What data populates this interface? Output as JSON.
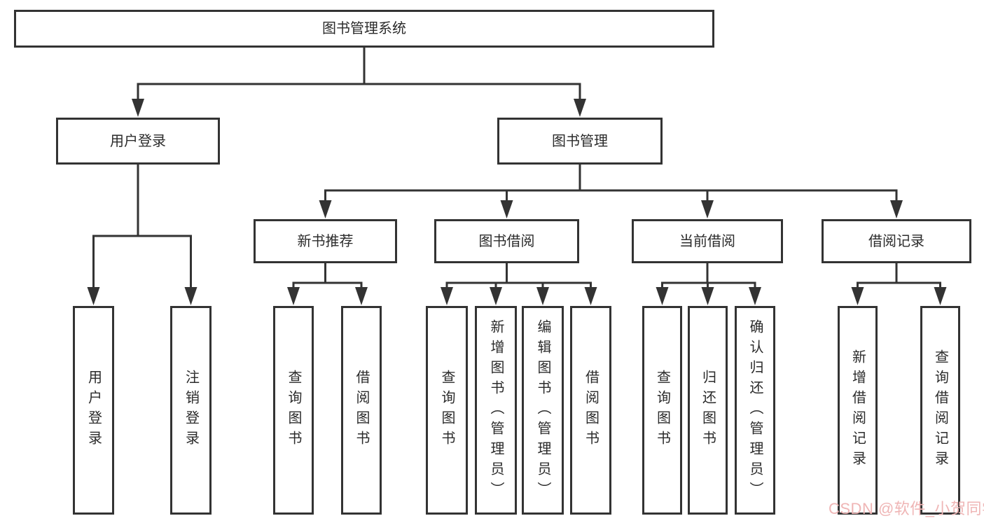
{
  "tree": {
    "root": {
      "label": "图书管理系统",
      "children": [
        {
          "label": "用户登录",
          "children": [
            {
              "label": "用户登录"
            },
            {
              "label": "注销登录"
            }
          ]
        },
        {
          "label": "图书管理",
          "children": [
            {
              "label": "新书推荐",
              "children": [
                {
                  "label": "查询图书"
                },
                {
                  "label": "借阅图书"
                }
              ]
            },
            {
              "label": "图书借阅",
              "children": [
                {
                  "label": "查询图书"
                },
                {
                  "label": "新增图书（管理员）"
                },
                {
                  "label": "编辑图书（管理员）"
                },
                {
                  "label": "借阅图书"
                }
              ]
            },
            {
              "label": "当前借阅",
              "children": [
                {
                  "label": "查询图书"
                },
                {
                  "label": "归还图书"
                },
                {
                  "label": "确认归还（管理员）"
                }
              ]
            },
            {
              "label": "借阅记录",
              "children": [
                {
                  "label": "新增借阅记录"
                },
                {
                  "label": "查询借阅记录"
                }
              ]
            }
          ]
        }
      ]
    }
  },
  "watermark": {
    "text": "CSDN @软件_小贺同学",
    "color": "#efb5b5"
  },
  "colors": {
    "line": "#333333",
    "text": "#2b2b2b",
    "background": "#ffffff"
  }
}
